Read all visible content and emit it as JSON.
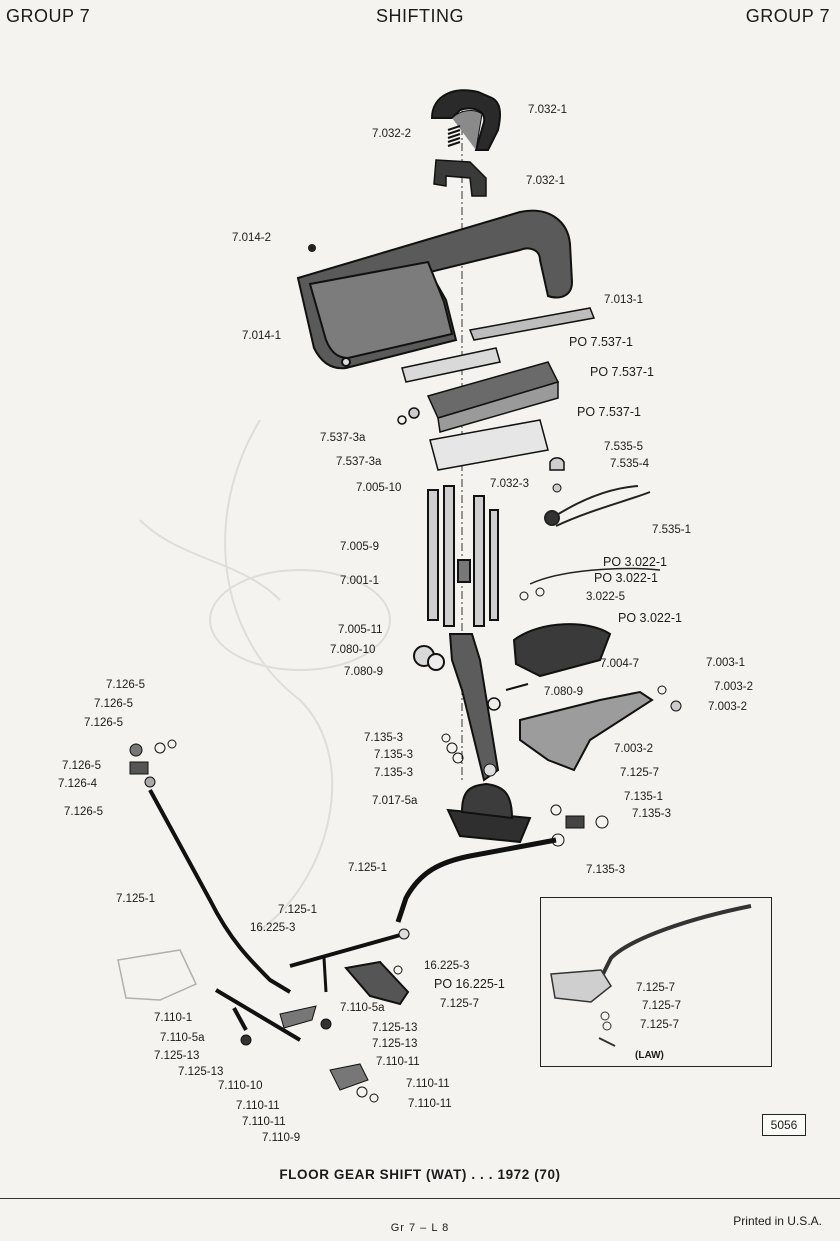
{
  "header": {
    "left": "GROUP 7",
    "center": "SHIFTING",
    "right": "GROUP 7"
  },
  "callouts": [
    {
      "id": "c1",
      "text": "7.032-1"
    },
    {
      "id": "c2",
      "text": "7.032-2"
    },
    {
      "id": "c3",
      "text": "7.032-1"
    },
    {
      "id": "c4",
      "text": "7.014-2"
    },
    {
      "id": "c5",
      "text": "7.013-1"
    },
    {
      "id": "c6",
      "text": "7.014-1"
    },
    {
      "id": "c7",
      "text": "PO 7.537-1"
    },
    {
      "id": "c8",
      "text": "PO 7.537-1"
    },
    {
      "id": "c9",
      "text": "PO 7.537-1"
    },
    {
      "id": "c10",
      "text": "7.537-3a"
    },
    {
      "id": "c11",
      "text": "7.537-3a"
    },
    {
      "id": "c12",
      "text": "7.535-5"
    },
    {
      "id": "c13",
      "text": "7.535-4"
    },
    {
      "id": "c14",
      "text": "7.005-10"
    },
    {
      "id": "c15",
      "text": "7.032-3"
    },
    {
      "id": "c16",
      "text": "7.535-1"
    },
    {
      "id": "c17",
      "text": "7.005-9"
    },
    {
      "id": "c18",
      "text": "PO 3.022-1"
    },
    {
      "id": "c19",
      "text": "PO 3.022-1"
    },
    {
      "id": "c20",
      "text": "7.001-1"
    },
    {
      "id": "c21",
      "text": "3.022-5"
    },
    {
      "id": "c22",
      "text": "PO 3.022-1"
    },
    {
      "id": "c23",
      "text": "7.005-11"
    },
    {
      "id": "c24",
      "text": "7.080-10"
    },
    {
      "id": "c25",
      "text": "7.004-7"
    },
    {
      "id": "c26",
      "text": "7.003-1"
    },
    {
      "id": "c27",
      "text": "7.080-9"
    },
    {
      "id": "c28",
      "text": "7.080-9"
    },
    {
      "id": "c29",
      "text": "7.003-2"
    },
    {
      "id": "c30",
      "text": "7.003-2"
    },
    {
      "id": "c31",
      "text": "7.126-5"
    },
    {
      "id": "c32",
      "text": "7.126-5"
    },
    {
      "id": "c33",
      "text": "7.126-5"
    },
    {
      "id": "c34",
      "text": "7.135-3"
    },
    {
      "id": "c35",
      "text": "7.003-2"
    },
    {
      "id": "c36",
      "text": "7.135-3"
    },
    {
      "id": "c37",
      "text": "7.126-5"
    },
    {
      "id": "c38",
      "text": "7.126-4"
    },
    {
      "id": "c39",
      "text": "7.135-3"
    },
    {
      "id": "c40",
      "text": "7.125-7"
    },
    {
      "id": "c41",
      "text": "7.126-5"
    },
    {
      "id": "c42",
      "text": "7.017-5a"
    },
    {
      "id": "c43",
      "text": "7.135-1"
    },
    {
      "id": "c44",
      "text": "7.135-3"
    },
    {
      "id": "c45",
      "text": "7.135-3"
    },
    {
      "id": "c46",
      "text": "7.125-1"
    },
    {
      "id": "c47",
      "text": "7.125-1"
    },
    {
      "id": "c48",
      "text": "7.125-1"
    },
    {
      "id": "c49",
      "text": "16.225-3"
    },
    {
      "id": "c50",
      "text": "16.225-3"
    },
    {
      "id": "c51",
      "text": "PO 16.225-1"
    },
    {
      "id": "c52",
      "text": "7.110-5a"
    },
    {
      "id": "c53",
      "text": "7.125-7"
    },
    {
      "id": "c54",
      "text": "7.110-1"
    },
    {
      "id": "c55",
      "text": "7.125-13"
    },
    {
      "id": "c56",
      "text": "7.110-5a"
    },
    {
      "id": "c57",
      "text": "7.125-13"
    },
    {
      "id": "c58",
      "text": "7.125-13"
    },
    {
      "id": "c59",
      "text": "7.110-11"
    },
    {
      "id": "c60",
      "text": "7.125-13"
    },
    {
      "id": "c61",
      "text": "7.110-10"
    },
    {
      "id": "c62",
      "text": "7.110-11"
    },
    {
      "id": "c63",
      "text": "7.110-11"
    },
    {
      "id": "c64",
      "text": "7.110-11"
    },
    {
      "id": "c65",
      "text": "7.110-11"
    },
    {
      "id": "c66",
      "text": "7.110-9"
    },
    {
      "id": "c67",
      "text": "7.125-7"
    },
    {
      "id": "c68",
      "text": "7.125-7"
    },
    {
      "id": "c69",
      "text": "7.125-7"
    }
  ],
  "inset_label": "(LAW)",
  "figure_number": "5056",
  "caption": "FLOOR GEAR SHIFT (WAT) . . . 1972 (70)",
  "footer": {
    "page": "Gr 7 – L 8",
    "printed": "Printed  in U.S.A."
  }
}
